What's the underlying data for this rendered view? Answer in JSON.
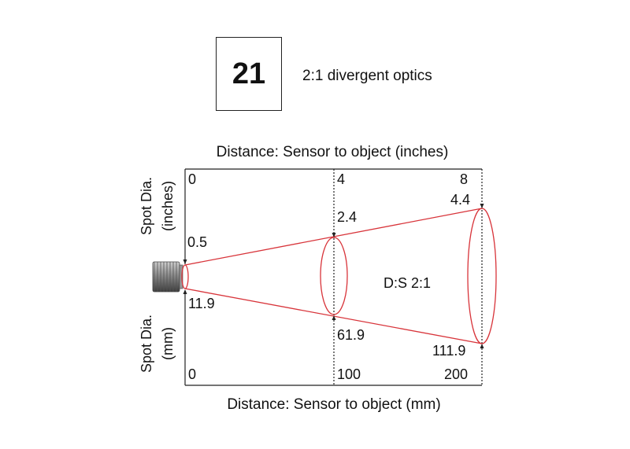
{
  "header": {
    "code": "21",
    "caption": "2:1 divergent optics"
  },
  "diagram": {
    "top_axis_title": "Distance: Sensor to object (inches)",
    "bottom_axis_title": "Distance: Sensor to object (mm)",
    "left_label_top": [
      "Spot Dia.",
      "(inches)"
    ],
    "left_label_bottom": [
      "Spot Dia.",
      "(mm)"
    ],
    "distance_inches": [
      "0",
      "4",
      "8"
    ],
    "distance_mm": [
      "0",
      "100",
      "200"
    ],
    "spot_inches": [
      "0.5",
      "2.4",
      "4.4"
    ],
    "spot_mm": [
      "11.9",
      "61.9",
      "111.9"
    ],
    "ratio_label": "D:S 2:1",
    "beam_color": "#d8343a"
  }
}
